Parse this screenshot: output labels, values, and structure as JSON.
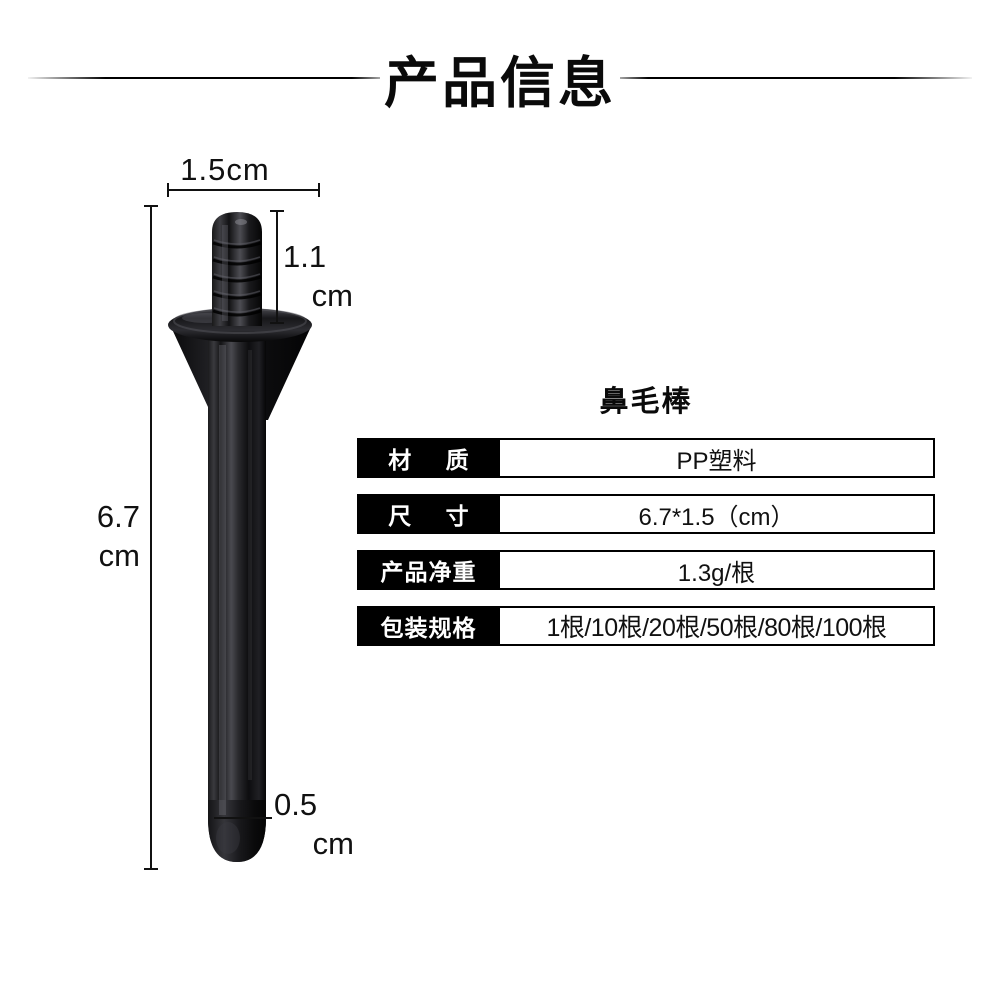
{
  "header": {
    "title": "产品信息"
  },
  "figure": {
    "alt_name": "nose-hair-trimmer-stick",
    "dimensions": {
      "width": {
        "value": "1.5cm",
        "measures": "overall flange width"
      },
      "height": {
        "value": "6.7",
        "unit": "cm",
        "measures": "overall length"
      },
      "handle": {
        "value": "1.1",
        "unit": "cm",
        "measures": "ribbed grip height"
      },
      "tip": {
        "value": "0.5",
        "unit": "cm",
        "measures": "shaft diameter"
      }
    },
    "colors": {
      "body": "#141414",
      "highlight": "#6e6e72",
      "shadow": "#000000"
    }
  },
  "spec": {
    "product_name": "鼻毛棒",
    "rows": [
      {
        "label": "材 质",
        "label_spaced": true,
        "value": "PP塑料",
        "tight": false
      },
      {
        "label": "尺 寸",
        "label_spaced": true,
        "value": "6.7*1.5（cm）",
        "tight": false
      },
      {
        "label": "产品净重",
        "label_spaced": false,
        "value": "1.3g/根",
        "tight": false
      },
      {
        "label": "包装规格",
        "label_spaced": false,
        "value": "1根/10根/20根/50根/80根/100根",
        "tight": true
      }
    ]
  }
}
